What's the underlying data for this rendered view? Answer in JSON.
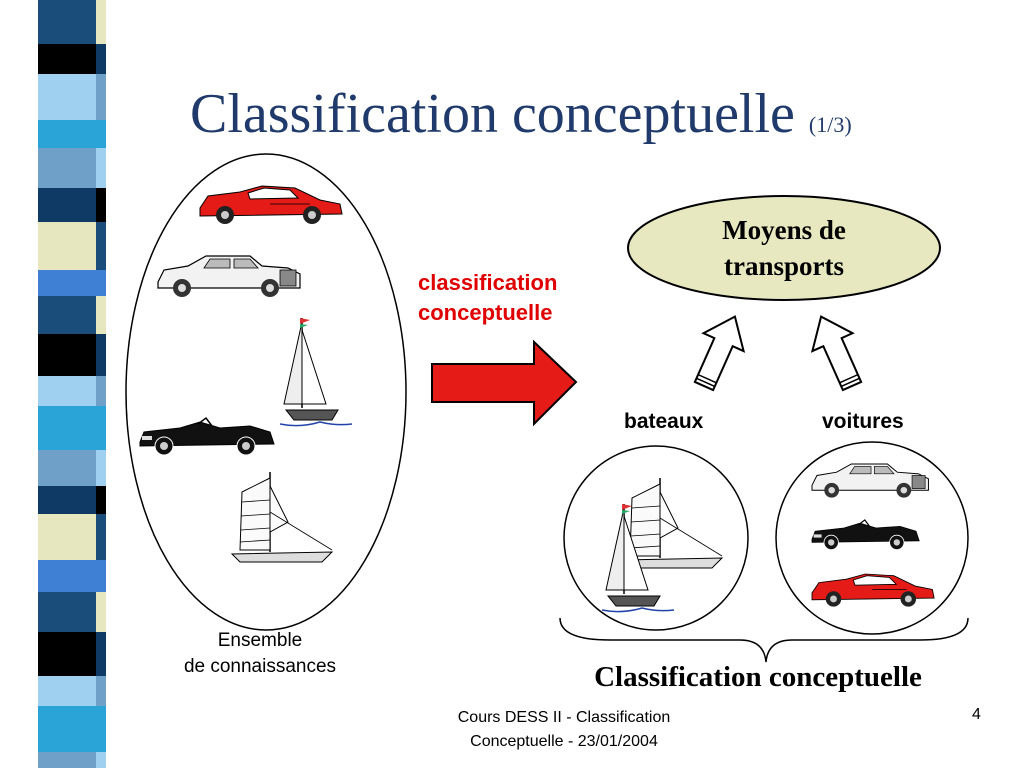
{
  "slide": {
    "title": "Classification conceptuelle",
    "title_suffix": "(1/3)",
    "arrow_label_line1": "classification",
    "arrow_label_line2": "conceptuelle",
    "top_node_line1": "Moyens de",
    "top_node_line2": "transports",
    "class_boats": "bateaux",
    "class_cars": "voitures",
    "ensemble_line1": "Ensemble",
    "ensemble_line2": "de connaissances",
    "bottom_title": "Classification conceptuelle",
    "footer_line1": "Cours DESS II - Classification",
    "footer_line2": "Conceptuelle - 23/01/2004",
    "page_number": "4"
  },
  "colors": {
    "title": "#1f3a6b",
    "accent_red": "#e00000",
    "node_fill": "#e8e8c0",
    "stripe_colors": [
      "#1a4d7a",
      "#2aa3d6",
      "#e6e6bf",
      "#000000",
      "#6fa0c8",
      "#3f7fd4",
      "#9fd0f0",
      "#0f3a66"
    ]
  },
  "icons": [
    "red-sports-car-icon",
    "vintage-sedan-icon",
    "sailboat-icon",
    "black-convertible-icon",
    "junk-boat-icon",
    "hollow-up-arrow-icon",
    "red-right-arrow-icon",
    "curly-brace-icon"
  ]
}
